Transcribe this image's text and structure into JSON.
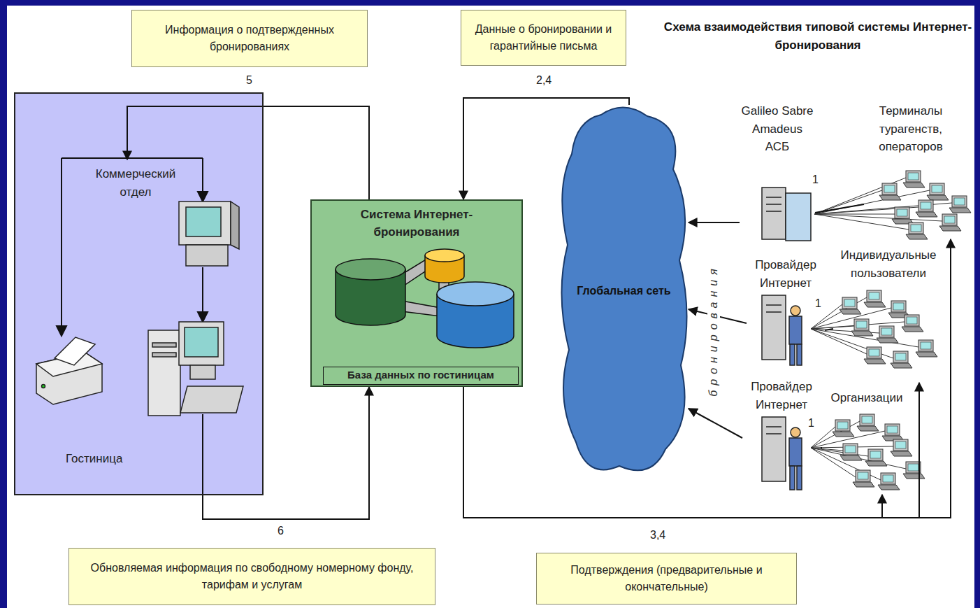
{
  "diagram": {
    "title": "Схема взаимодействия типовой системы Интернет-бронирования",
    "nodes": [
      {
        "text": [
          "Информация о подтвержденных бронированиях"
        ]
      },
      {
        "text": [
          "Данные о бронировании и гарантийные письма"
        ]
      },
      {
        "text": [
          "Гостиница"
        ]
      },
      {
        "text": [
          "Коммерческий отдел"
        ],
        "in": 2
      },
      {
        "text": [
          "Система Интернет- бронирования"
        ]
      },
      {
        "text": [
          "База данных по гостиницам"
        ],
        "in": 4
      },
      {
        "text": [
          "Глобальная сеть"
        ]
      },
      {
        "text": [
          "Galileo Sabre Amadeus АСБ"
        ]
      },
      {
        "text": [
          "Терминалы турагенств, операторов"
        ]
      },
      {
        "text": [
          "Провайдер Интернет"
        ]
      },
      {
        "text": [
          "Индивидуальные пользователи"
        ]
      },
      {
        "text": [
          "Провайдер Интернет"
        ]
      },
      {
        "text": [
          "Организации"
        ]
      },
      {
        "text": [
          "Обновляемая информация по свободному номерному фонду, тарифам и услугам"
        ]
      },
      {
        "text": [
          "Подтверждения (предварительные и окончательные)"
        ]
      }
    ],
    "edges": [
      {
        "from": 4,
        "to": 3,
        "arrow": "to"
      },
      {
        "from": 2,
        "to": 4,
        "arrow": "to"
      },
      {
        "from": 6,
        "to": 4,
        "arrow": "to"
      },
      {
        "from": 4,
        "to": 8,
        "arrow": "to"
      },
      {
        "from": 4,
        "to": 10,
        "arrow": "to"
      },
      {
        "from": 4,
        "to": 12,
        "arrow": "to"
      },
      {
        "from": 7,
        "to": 6,
        "arrow": "to"
      },
      {
        "from": 9,
        "to": 6,
        "arrow": "to"
      },
      {
        "from": 11,
        "to": 6,
        "arrow": "to"
      },
      {
        "from": 8,
        "to": 7,
        "arrow": "none"
      },
      {
        "from": 10,
        "to": 9,
        "arrow": "none"
      },
      {
        "from": 12,
        "to": 11,
        "arrow": "none"
      }
    ],
    "labels": [
      "5",
      "2,4",
      "6",
      "3,4",
      "1",
      "1",
      "1",
      "бронирования"
    ]
  }
}
